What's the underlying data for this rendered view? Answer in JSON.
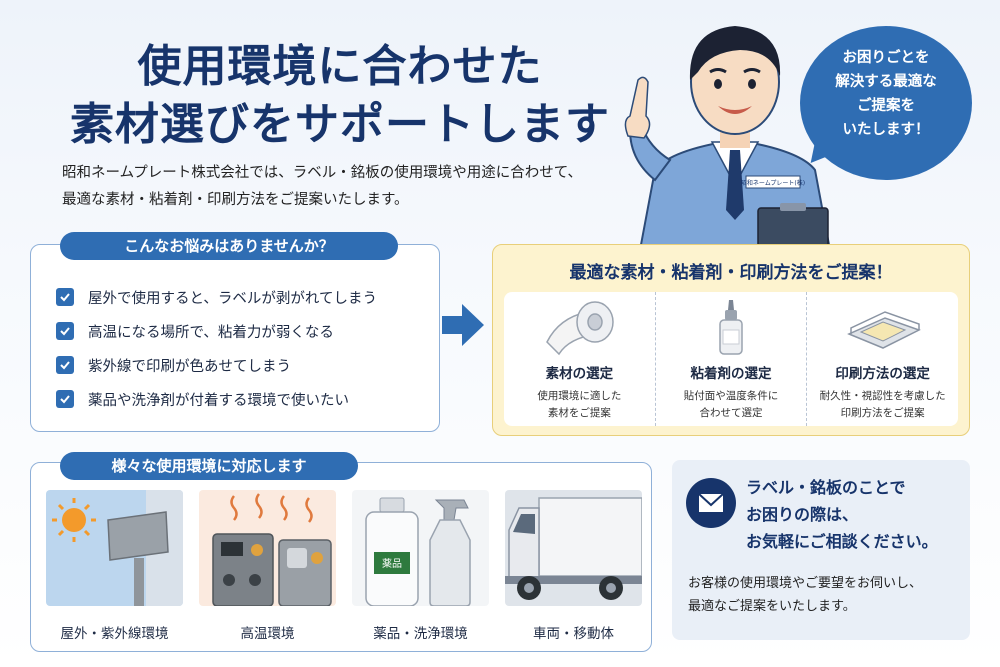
{
  "headline": {
    "line1": "使用環境に合わせた",
    "line2": "素材選びをサポートします"
  },
  "intro": {
    "line1": "昭和ネームプレート株式会社では、ラベル・銘板の使用環境や用途に合わせて、",
    "line2": "最適な素材・粘着剤・印刷方法をご提案いたします。"
  },
  "person": {
    "badge": "昭和ネームプレート(株)"
  },
  "bubble": {
    "lines": [
      "お困りごとを",
      "解決する最適な",
      "ご提案を",
      "いたします！"
    ]
  },
  "worries": {
    "title": "こんなお悩みはありませんか？",
    "items": [
      "屋外で使用すると、ラベルが剥がれてしまう",
      "高温になる場所で、粘着力が弱くなる",
      "紫外線で印刷が色あせてしまう",
      "薬品や洗浄剤が付着する環境で使いたい"
    ]
  },
  "proposal": {
    "title": "最適な素材・粘着剤・印刷方法をご提案！",
    "columns": [
      {
        "name": "素材の選定",
        "desc1": "使用環境に適した",
        "desc2": "素材をご提案",
        "icon": "label-roll-icon"
      },
      {
        "name": "粘着剤の選定",
        "desc1": "貼付面や温度条件に",
        "desc2": "合わせて選定",
        "icon": "adhesive-bottle-icon"
      },
      {
        "name": "印刷方法の選定",
        "desc1": "耐久性・視認性を考慮した",
        "desc2": "印刷方法をご提案",
        "icon": "print-plate-icon"
      }
    ]
  },
  "environments": {
    "title": "様々な使用環境に対応します",
    "items": [
      {
        "label": "屋外・紫外線環境"
      },
      {
        "label": "高温環境"
      },
      {
        "label": "薬品・洗浄環境",
        "bottle_tag": "薬品"
      },
      {
        "label": "車両・移動体"
      }
    ]
  },
  "contact": {
    "head1": "ラベル・銘板のことで",
    "head2": "お困りの際は、",
    "head3": "お気軽にご相談ください。",
    "body1": "お客様の使用環境やご要望をお伺いし、",
    "body2": "最適なご提案をいたします。"
  },
  "colors": {
    "primary": "#2f6db3",
    "navy": "#17346b",
    "proposal_bg": "#fdf3cf"
  }
}
